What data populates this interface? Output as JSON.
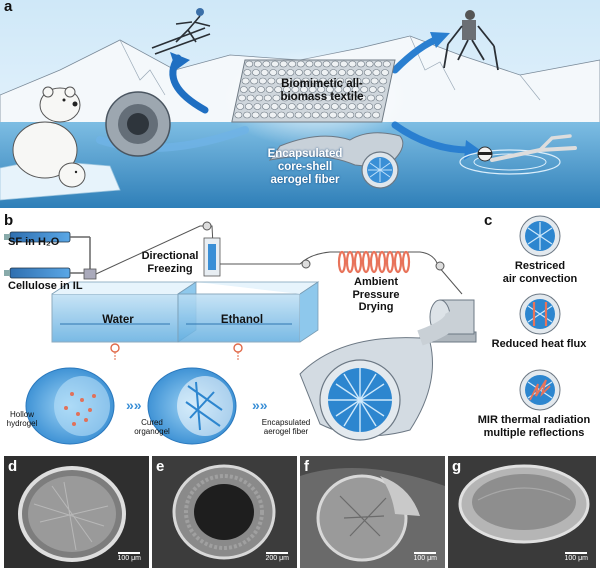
{
  "panels": {
    "a": {
      "label": "a",
      "textile_label": "Biomimetic all-\nbiomass textile",
      "fiber_label": "Encapsulated\ncore-shell\naerogel fiber"
    },
    "b": {
      "label": "b",
      "inputs": [
        "SF in H₂O",
        "Cellulose in IL"
      ],
      "steps": [
        "Directional\nFreezing",
        "Ambient\nPressure\nDrying"
      ],
      "baths": [
        "Water",
        "Ethanol"
      ],
      "stages": [
        "Hollow\nhydrogel",
        "Cured\norganogel",
        "Encapsulated\naerogel fiber"
      ]
    },
    "c": {
      "label": "c",
      "mechanisms": [
        "Restriced\nair convection",
        "Reduced heat flux",
        "MIR thermal radiation\nmultiple reflections"
      ]
    },
    "sem": [
      {
        "label": "d",
        "scale": "100 μm"
      },
      {
        "label": "e",
        "scale": "200 μm"
      },
      {
        "label": "f",
        "scale": "100 μm"
      },
      {
        "label": "g",
        "scale": "100 μm"
      }
    ]
  },
  "colors": {
    "sky": "#dff0fb",
    "water": "#4f9fd0",
    "fiber_blue": "#3a8fd6",
    "accent_arrow": "#1f6fc2",
    "coil": "#e8735a"
  },
  "icons": [
    "polar-bear-icon",
    "skier-icon",
    "hiker-icon",
    "swimmer-icon"
  ]
}
